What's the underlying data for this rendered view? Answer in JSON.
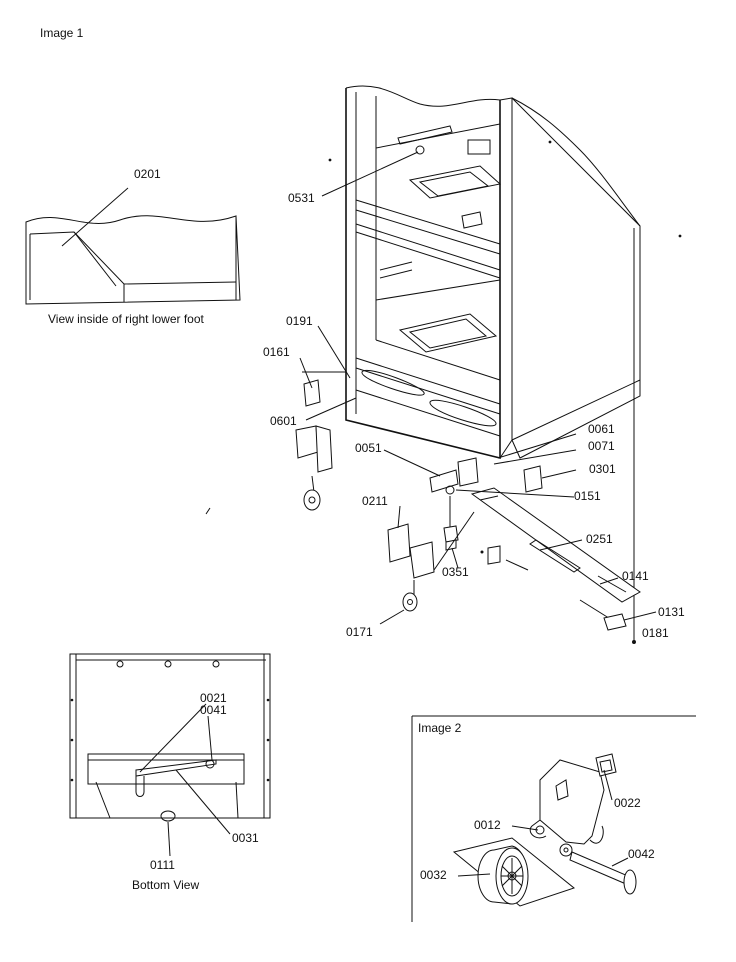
{
  "image1_title": "Image 1",
  "image2_title": "Image 2",
  "captions": {
    "foot_view": "View inside of right lower foot",
    "bottom_view": "Bottom View"
  },
  "parts": {
    "p0201": "0201",
    "p0531": "0531",
    "p0191": "0191",
    "p0161": "0161",
    "p0601": "0601",
    "p0051": "0051",
    "p0061": "0061",
    "p0071": "0071",
    "p0301": "0301",
    "p0151": "0151",
    "p0211": "0211",
    "p0251": "0251",
    "p0351": "0351",
    "p0141": "0141",
    "p0131": "0131",
    "p0171": "0171",
    "p0181": "0181",
    "p0021": "0021",
    "p0041": "0041",
    "p0031": "0031",
    "p0111": "0111",
    "p0012": "0012",
    "p0022": "0022",
    "p0032": "0032",
    "p0042": "0042"
  }
}
